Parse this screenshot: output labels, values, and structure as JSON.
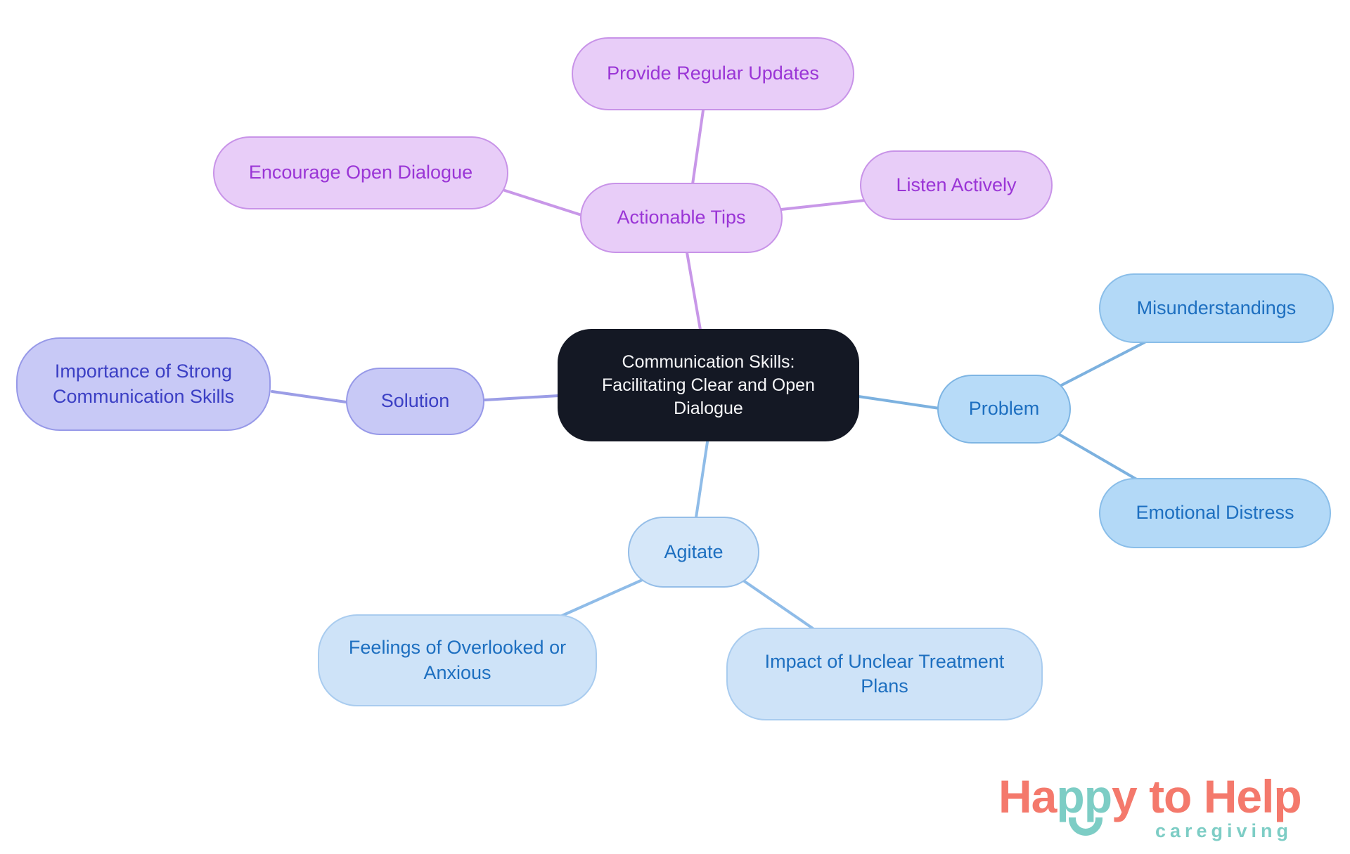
{
  "diagram": {
    "central": "Communication Skills: Facilitating Clear and Open Dialogue",
    "actionable_tips": "Actionable Tips",
    "provide_regular_updates": "Provide Regular Updates",
    "encourage_open_dialogue": "Encourage Open Dialogue",
    "listen_actively": "Listen Actively",
    "problem": "Problem",
    "misunderstandings": "Misunderstandings",
    "emotional_distress": "Emotional Distress",
    "solution": "Solution",
    "importance": "Importance of Strong Communication Skills",
    "agitate": "Agitate",
    "feelings": "Feelings of Overlooked or Anxious",
    "impact": "Impact of Unclear Treatment Plans"
  },
  "logo": {
    "part_ha": "Ha",
    "part_pp": "pp",
    "part_y": "y",
    "part_to": " to ",
    "part_help": "Help",
    "subtitle": "caregiving"
  },
  "colors": {
    "central_bg": "#141824",
    "central_text": "#F7F7F9",
    "lavender_fill": "#E8CDF8",
    "lavender_border": "#C893E8",
    "purple_text": "#9A35D6",
    "purple_line": "#C897E8",
    "problem_fill": "#B7DBF8",
    "problem_border": "#7EB5E3",
    "problem_child_fill": "#B3D9F7",
    "problem_child_border": "#8ABEE9",
    "blue_text": "#1D6FC0",
    "blue_line": "#7CB1DF",
    "agitate_fill": "#D5E7F9",
    "agitate_border": "#95BEE8",
    "agitate_child_fill": "#CEE3F8",
    "agitate_child_border": "#A9CCEF",
    "agitate_line": "#8FBCE8",
    "periwinkle_fill": "#C8C9F6",
    "periwinkle_border": "#9799E8",
    "indigo_text": "#3B3FC4",
    "periwinkle_line": "#9B9DE6",
    "coral": "#F4796C",
    "teal": "#7DCDC5"
  }
}
